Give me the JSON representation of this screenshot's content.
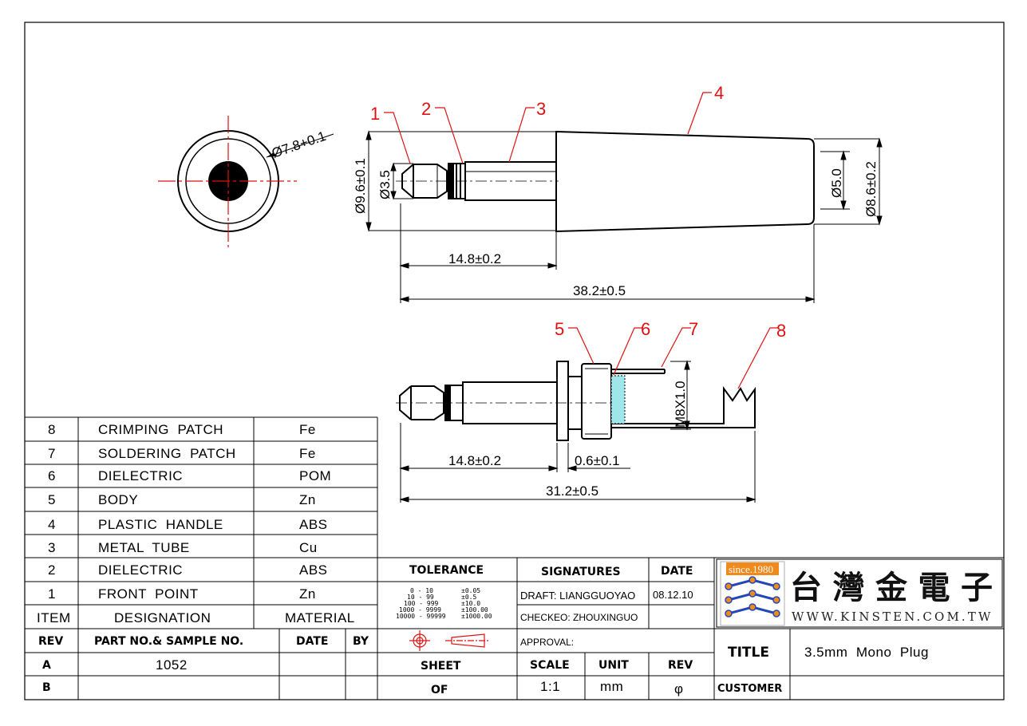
{
  "parts": [
    {
      "item": "8",
      "designation": "CRIMPING  PATCH",
      "material": "Fe"
    },
    {
      "item": "7",
      "designation": "SOLDERING  PATCH",
      "material": "Fe"
    },
    {
      "item": "6",
      "designation": "DIELECTRIC",
      "material": "POM"
    },
    {
      "item": "5",
      "designation": "BODY",
      "material": "Zn"
    },
    {
      "item": "4",
      "designation": "PLASTIC  HANDLE",
      "material": "ABS"
    },
    {
      "item": "3",
      "designation": "METAL  TUBE",
      "material": "Cu"
    },
    {
      "item": "2",
      "designation": "DIELECTRIC",
      "material": "ABS"
    },
    {
      "item": "1",
      "designation": "FRONT  POINT",
      "material": "Zn"
    }
  ],
  "parts_header": {
    "item": "ITEM",
    "designation": "DESIGNATION",
    "material": "MATERIAL"
  },
  "rev_table": {
    "headers": {
      "rev": "REV",
      "part": "PART NO.& SAMPLE NO.",
      "date": "DATE",
      "by": "BY"
    },
    "rows": [
      {
        "rev": "A",
        "part": "1052",
        "date": "",
        "by": ""
      },
      {
        "rev": "B",
        "part": "",
        "date": "",
        "by": ""
      }
    ]
  },
  "tolerance": {
    "title": "TOLERANCE",
    "rows": [
      {
        "range": "0 - 10",
        "tol": "±0.05"
      },
      {
        "range": "10 - 99",
        "tol": "±0.5"
      },
      {
        "range": "100 - 999",
        "tol": "±10.0"
      },
      {
        "range": "1000 - 9999",
        "tol": "±100.00"
      },
      {
        "range": "10000 - 99999",
        "tol": "±1000.00"
      }
    ]
  },
  "signatures": {
    "title": "SIGNATURES",
    "date_header": "DATE",
    "draft": "DRAFT: LIANGGUOYAO",
    "draft_date": "08.12.10",
    "checked": "CHECKEO: ZHOUXINGUO",
    "approval": "APPROVAL:"
  },
  "sheet": {
    "sheet_label": "SHEET",
    "of_label": "OF",
    "scale_label": "SCALE",
    "scale_value": "1:1",
    "unit_label": "UNIT",
    "unit_value": "mm",
    "rev_label": "REV",
    "rev_value": "φ"
  },
  "title_block": {
    "title_label": "TITLE",
    "title_value": "3.5mm  Mono  Plug",
    "customer_label": "CUSTOMER",
    "customer_value": ""
  },
  "company": {
    "since": "since.1980",
    "name_cn": "台灣金電子",
    "url": "WWW.KINSTEN.COM.TW"
  },
  "dimensions": {
    "outer_dia": "Ø7.8+0.1",
    "body_dia": "Ø9.6±0.1",
    "tip_dia": "Ø3.5",
    "handle_inner_dia": "Ø5.0",
    "handle_outer_dia": "Ø8.6±0.2",
    "front_length": "14.8±0.2",
    "total_length": "38.2±0.5",
    "front_length_2": "14.8±0.2",
    "flange": "0.6±0.1",
    "total_length_2": "31.2±0.5",
    "thread": "M8X1.0"
  },
  "callouts": [
    "1",
    "2",
    "3",
    "4",
    "5",
    "6",
    "7",
    "8"
  ],
  "colors": {
    "callout": "#dd1111",
    "centerline": "#dd1111",
    "dielectric": "#9fe6ea",
    "logo_blue": "#2446b8",
    "logo_orange": "#f08a1c"
  }
}
